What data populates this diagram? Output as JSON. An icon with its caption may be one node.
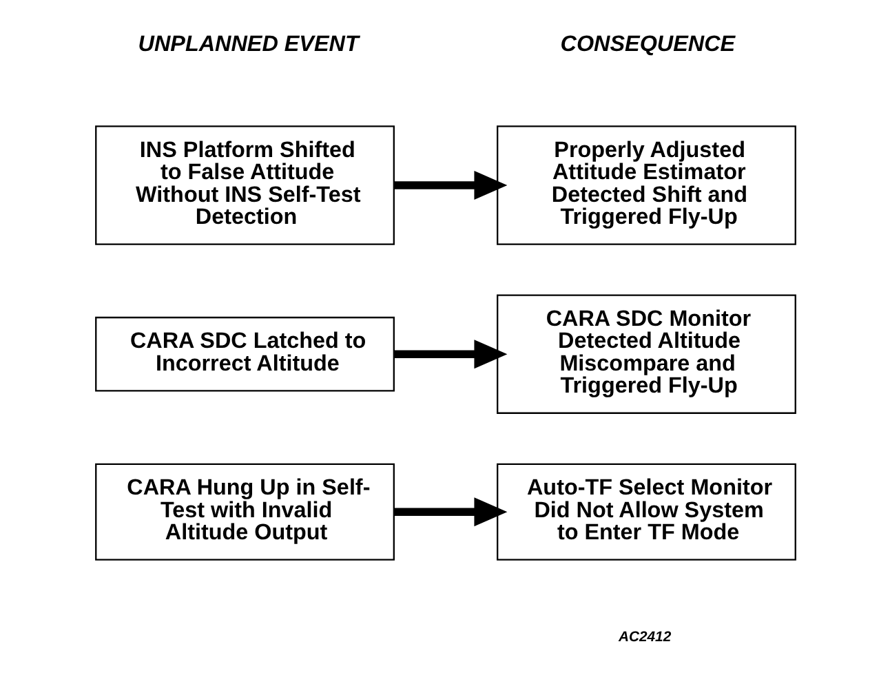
{
  "diagram": {
    "nodes": [
      {
        "text": [
          "INS Platform Shifted to False Attitude Without INS Self-Test Detection"
        ]
      },
      {
        "text": [
          "Properly Adjusted Attitude Estimator Detected Shift and Triggered Fly-Up"
        ]
      },
      {
        "text": [
          "CARA SDC Latched to Incorrect Altitude"
        ]
      },
      {
        "text": [
          "CARA SDC Monitor Detected Altitude Miscompare and Triggered Fly-Up"
        ]
      },
      {
        "text": [
          "CARA Hung Up in Self-Test with Invalid Altitude Output"
        ]
      },
      {
        "text": [
          "Auto-TF Select Monitor Did Not Allow System to Enter TF Mode"
        ]
      }
    ],
    "edges": [
      {
        "from": 0,
        "to": 1,
        "arrow": "to"
      },
      {
        "from": 2,
        "to": 3,
        "arrow": "to"
      },
      {
        "from": 4,
        "to": 5,
        "arrow": "to"
      }
    ],
    "labels": [
      "UNPLANNED EVENT",
      "CONSEQUENCE",
      "AC2412"
    ]
  }
}
